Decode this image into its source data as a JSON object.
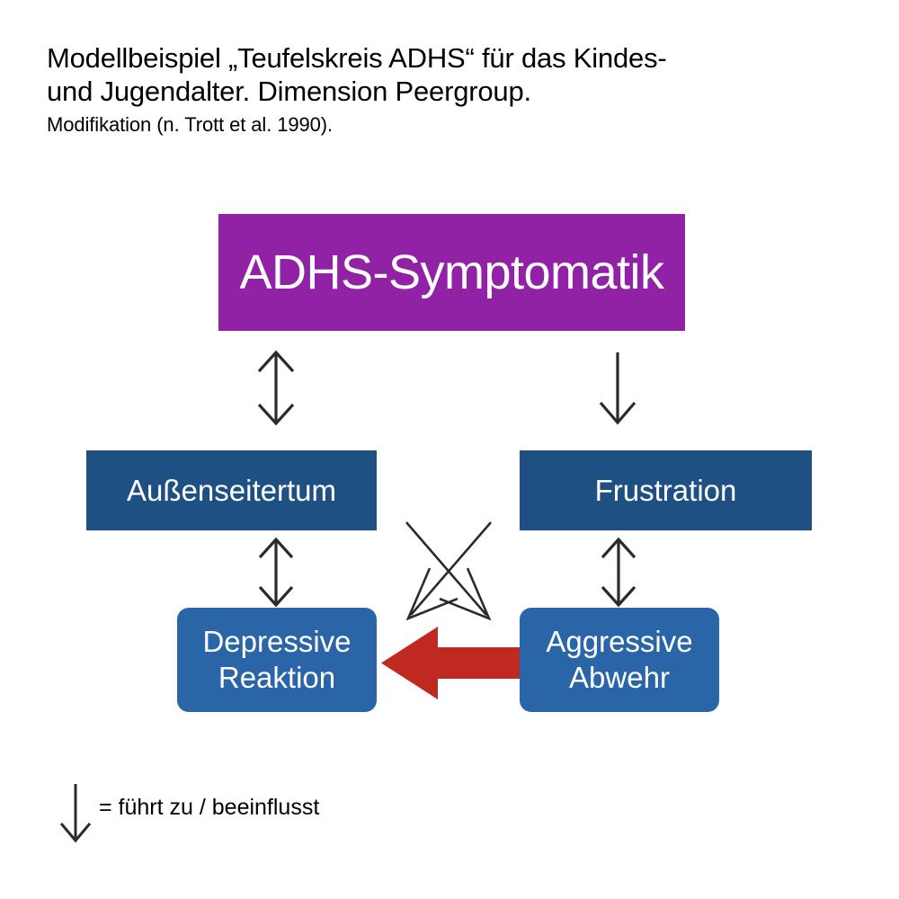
{
  "title": {
    "line1": "Modellbeispiel „Teufelskreis ADHS“ für das Kindes-",
    "line2": "und Jugendalter. Dimension Peergroup.",
    "subtitle": "Modifikation (n. Trott et al. 1990)."
  },
  "nodes": {
    "adhs": {
      "label": "ADHS-Symptomatik",
      "color": "#9122a6"
    },
    "aussenseitertum": {
      "label": "Außenseitertum",
      "color": "#1f5084"
    },
    "frustration": {
      "label": "Frustration",
      "color": "#1f5084"
    },
    "depressive": {
      "line1": "Depressive",
      "line2": "Reaktion",
      "color": "#2a66a7"
    },
    "aggressive": {
      "line1": "Aggressive",
      "line2": "Abwehr",
      "color": "#2a66a7"
    }
  },
  "arrows": {
    "adhs_to_aussenseitertum": {
      "name": "double-headed-vertical-arrow",
      "color": "#2b2b2b"
    },
    "adhs_to_frustration": {
      "name": "down-arrow",
      "color": "#2b2b2b"
    },
    "aussenseitertum_to_depressive": {
      "name": "double-headed-vertical-arrow",
      "color": "#2b2b2b"
    },
    "frustration_to_aggressive": {
      "name": "double-headed-vertical-arrow",
      "color": "#2b2b2b"
    },
    "cross_left_down": {
      "name": "diagonal-arrow-down-left",
      "color": "#2b2b2b"
    },
    "cross_right_down": {
      "name": "diagonal-arrow-down-right",
      "color": "#2b2b2b"
    },
    "aggressive_to_depressive": {
      "name": "thick-left-arrow",
      "color": "#c0291f"
    }
  },
  "legend": {
    "arrow_icon": "down-arrow-icon",
    "text": "= führt zu / beeinflusst"
  },
  "colors": {
    "purple": "#9122a6",
    "dark_blue": "#1f5084",
    "mid_blue": "#2a66a7",
    "red": "#c0291f",
    "arrow_black": "#2b2b2b",
    "background": "#ffffff"
  }
}
